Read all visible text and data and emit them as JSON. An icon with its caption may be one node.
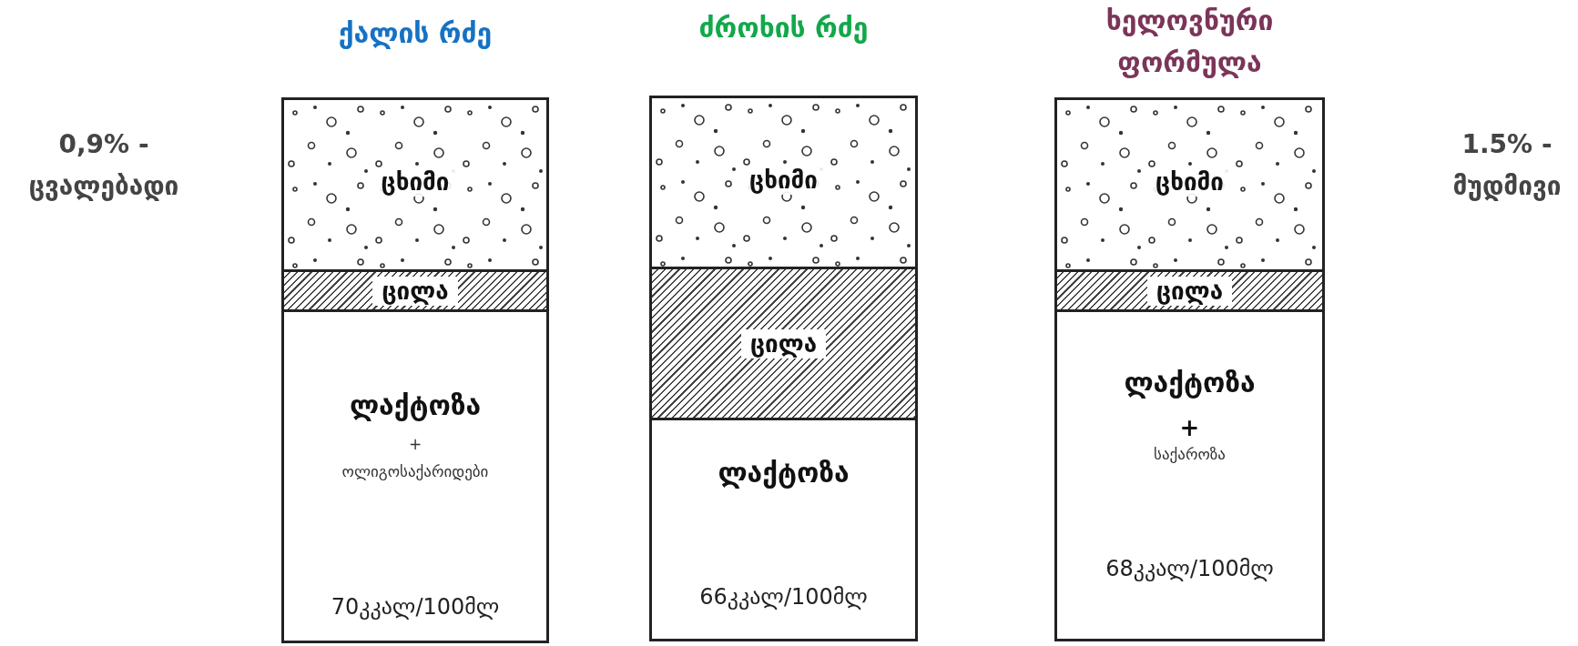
{
  "diagram": {
    "nodes": [
      {
        "text": [
          "ქალის რძე"
        ]
      },
      {
        "text": [
          "ცხიმი"
        ],
        "in": 0
      },
      {
        "text": [
          "ცილა"
        ],
        "in": 0
      },
      {
        "text": [
          "ლაქტოზა",
          "+",
          "ოლიგოსაქარიდები",
          "70კკალ/100მლ"
        ],
        "in": 0
      },
      {
        "text": [
          "ძროხის რძე"
        ]
      },
      {
        "text": [
          "ცხიმი"
        ],
        "in": 4
      },
      {
        "text": [
          "ცილა"
        ],
        "in": 4
      },
      {
        "text": [
          "ლაქტოზა",
          "66კკალ/100მლ"
        ],
        "in": 4
      },
      {
        "text": [
          "ხელოვნური ფორმულა"
        ]
      },
      {
        "text": [
          "ცხიმი"
        ],
        "in": 8
      },
      {
        "text": [
          "ცილა"
        ],
        "in": 8
      },
      {
        "text": [
          "ლაქტოზა",
          "+",
          "საქაროზა",
          "68კკალ/100მლ"
        ],
        "in": 8
      }
    ],
    "labels": [
      "0,9% - ცვალებადი",
      "1.5% - მუდმივი"
    ]
  }
}
